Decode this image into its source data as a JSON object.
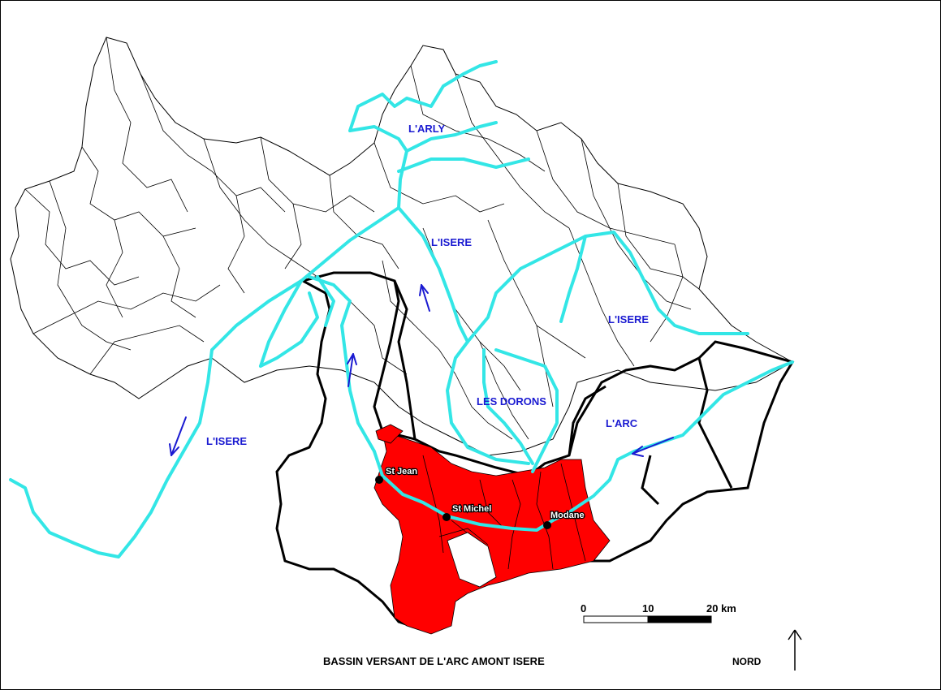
{
  "map": {
    "title": "BASSIN VERSANT DE L'ARC AMONT ISERE",
    "north_label": "NORD",
    "colors": {
      "river": "#33e6e6",
      "river_label": "#1a1ad1",
      "arrow": "#1a1ad1",
      "highlight": "#ff0000",
      "boundary": "#000000",
      "background": "#ffffff"
    },
    "rivers": [
      {
        "label": "L'ARLY"
      },
      {
        "label": "L'ISERE"
      },
      {
        "label": "L'ISERE"
      },
      {
        "label": "L'ISERE"
      },
      {
        "label": "LES DORONS"
      },
      {
        "label": "L'ARC"
      }
    ],
    "towns": [
      {
        "label": "St Jean"
      },
      {
        "label": "St Michel"
      },
      {
        "label": "Modane"
      }
    ],
    "scale_bar": {
      "ticks": [
        "0",
        "10",
        "20 km"
      ]
    }
  }
}
